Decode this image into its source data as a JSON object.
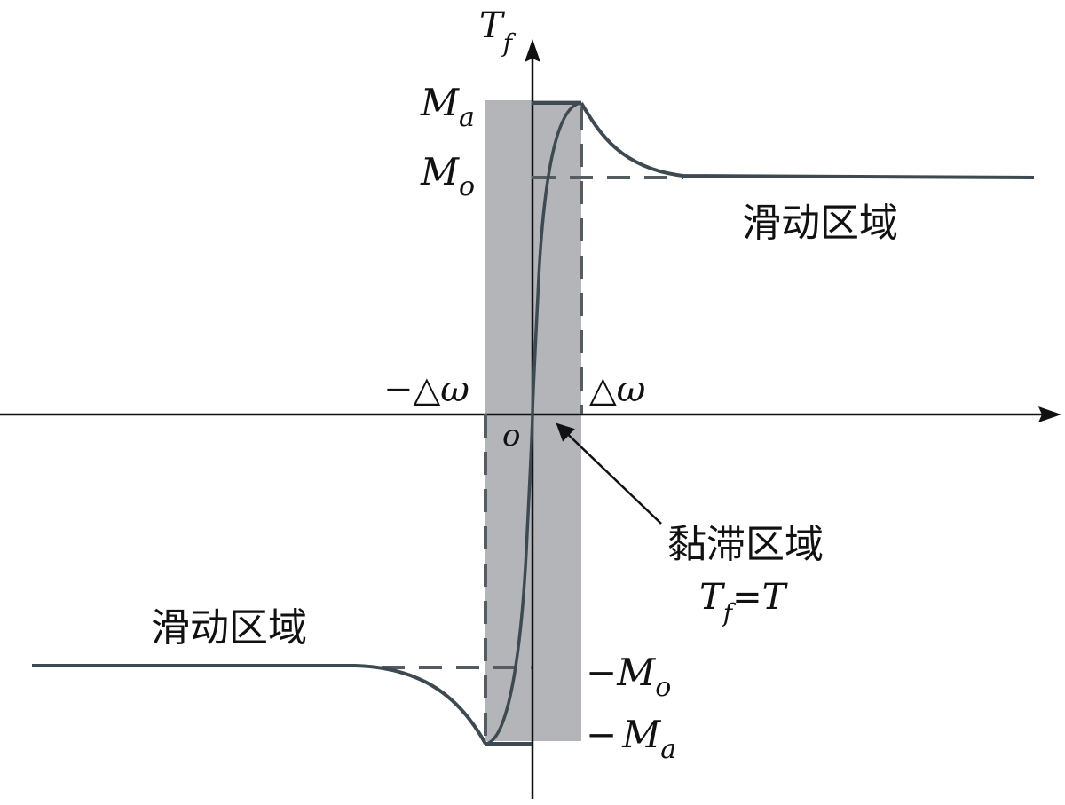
{
  "diagram": {
    "axis_labels": {
      "y_main": "T",
      "y_sub": "f",
      "origin": "o"
    },
    "level_labels": {
      "ma_main": "M",
      "ma_sub": "a",
      "mo_main": "M",
      "mo_sub": "o",
      "neg_mo_sign": "−",
      "neg_mo_main": "M",
      "neg_mo_sub": "o",
      "neg_ma_sign": "−",
      "neg_ma_main": "M",
      "neg_ma_sub": "a"
    },
    "band_labels": {
      "neg_delta_omega_sign": "−",
      "neg_delta_omega_delta": "△",
      "neg_delta_omega_omega": "ω",
      "delta_omega_delta": "△",
      "delta_omega_omega": "ω"
    },
    "regions": {
      "sliding_right": "滑动区域",
      "sliding_left": "滑动区域",
      "stiction": "黏滞区域",
      "stiction_eq_t": "T",
      "stiction_eq_sub": "f",
      "stiction_eq_rest": "=T"
    },
    "colors": {
      "band": "#b4b5b8",
      "curve": "#3d4a52",
      "axis": "#111111",
      "dash": "#555c60"
    }
  }
}
